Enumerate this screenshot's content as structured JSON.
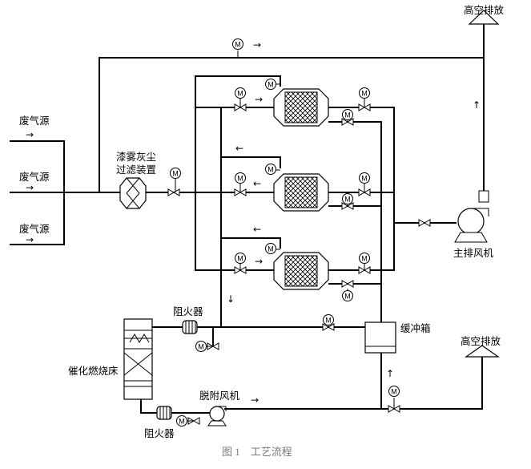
{
  "labels": {
    "exhaust_top": "高空排放",
    "exhaust_bottom": "高空排放",
    "source_1": "废气源",
    "source_2": "废气源",
    "source_3": "废气源",
    "filter_line1": "漆雾灰尘",
    "filter_line2": "过滤装置",
    "main_fan": "主排风机",
    "buffer_tank": "缓冲箱",
    "flame_arrester_top": "阻火器",
    "flame_arrester_bottom": "阻火器",
    "catalytic_bed": "催化燃烧床",
    "desorption_fan": "脱附风机",
    "caption": "图 1　工艺流程"
  },
  "symbols": {
    "motor": "M",
    "arrow_right": "→",
    "arrow_left": "←",
    "arrow_up": "↑",
    "arrow_down": "↓"
  },
  "icons": [
    "motor-valve-icon",
    "valve-icon",
    "fan-icon",
    "flame-arrester-icon",
    "adsorption-bed-icon",
    "exhaust-stack-icon"
  ]
}
